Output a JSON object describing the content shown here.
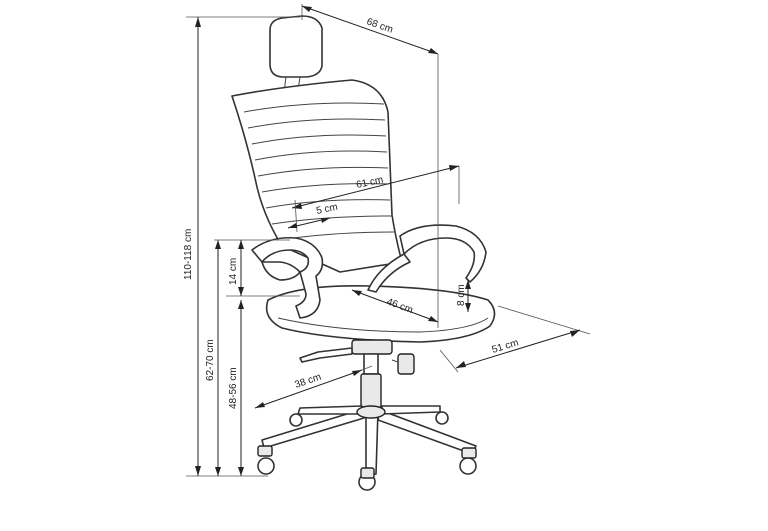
{
  "dimensions": {
    "depth_total": "68 cm",
    "seat_width": "61 cm",
    "back_offset": "5 cm",
    "armrest_height": "14 cm",
    "seat_depth": "46 cm",
    "seat_thickness": "8 cm",
    "base_width": "51 cm",
    "total_height": "110-118 cm",
    "armrest_floor_height": "62-70 cm",
    "seat_height": "48-56 cm",
    "base_radius": "38 cm"
  },
  "colors": {
    "line": "#222222",
    "background": "#ffffff"
  }
}
